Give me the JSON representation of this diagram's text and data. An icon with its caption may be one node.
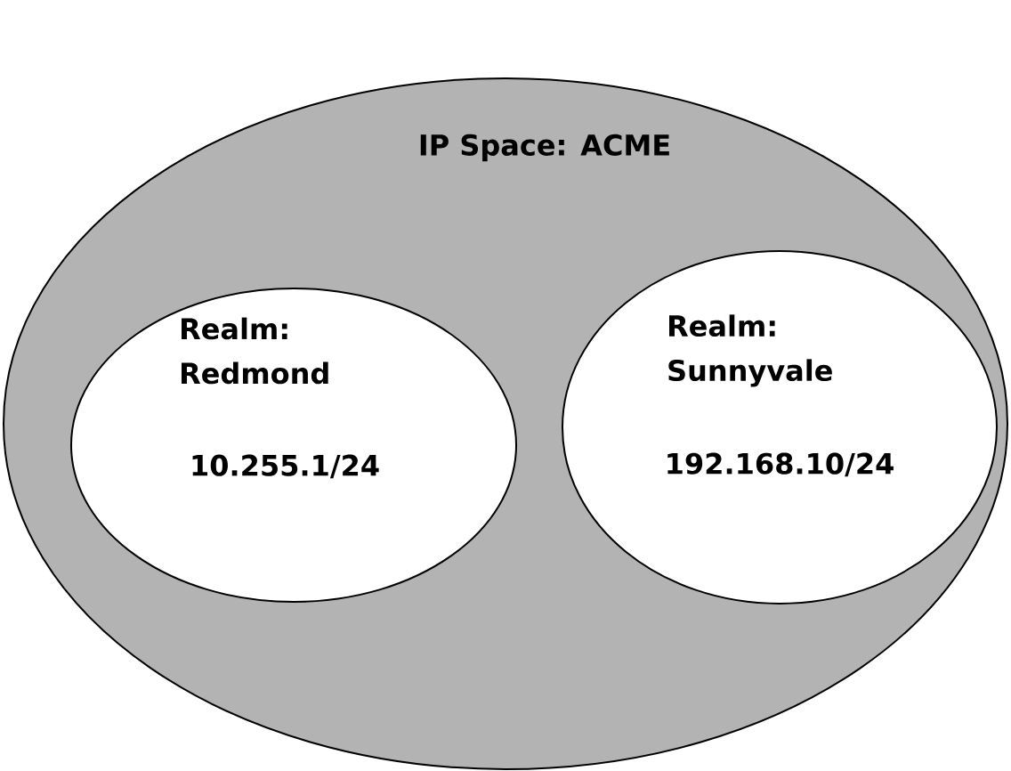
{
  "diagram": {
    "nodes": [
      {
        "text": [
          "IP Space: ACME"
        ]
      },
      {
        "text": [
          "Realm: Redmond",
          "10.255.1/24"
        ],
        "in": 0
      },
      {
        "text": [
          "Realm: Sunnyvale",
          "192.168.10/24"
        ],
        "in": 0
      }
    ]
  }
}
